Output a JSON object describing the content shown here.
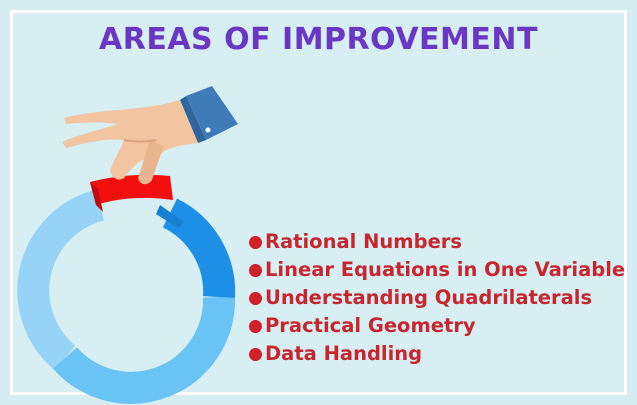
{
  "title": "AREAS OF IMPROVEMENT",
  "items": [
    "Rational Numbers",
    "Linear Equations in One Variable",
    "Understanding Quadrilaterals",
    "Practical Geometry",
    "Data Handling"
  ],
  "icons": {
    "illustration": "hand-placing-ring-segment-icon",
    "bullet": "bullet-dot-icon"
  },
  "colors": {
    "background": "#d7eef2",
    "title": "#6a37c4",
    "items": "#c8262e",
    "ring_light": "#92d1f5",
    "ring_mid": "#6cc2f4",
    "ring_dark": "#1e8fe6",
    "ring_segment": "#f40f0f",
    "ring_segment_dark": "#c40c10",
    "sleeve": "#3d7ab8",
    "skin": "#f2c4a0"
  }
}
